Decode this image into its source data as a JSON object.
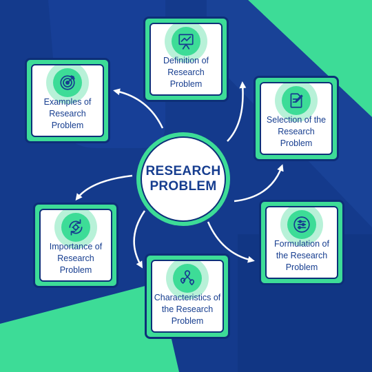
{
  "colors": {
    "background": "#143a8c",
    "accent": "#3ddc97",
    "halo": "#b8f1d8",
    "text": "#163d8f",
    "border": "#0d2f78"
  },
  "center": {
    "line1": "RESEARCH",
    "line2": "PROBLEM"
  },
  "cards": {
    "definition": {
      "label": "Definition of Research Problem",
      "icon": "presentation-chart-icon"
    },
    "selection": {
      "label": "Selection of the Research Problem",
      "icon": "document-edit-icon"
    },
    "formulation": {
      "label": "Formulation of the Research Problem",
      "icon": "sliders-icon"
    },
    "characteristics": {
      "label": "Characteristics of the Research Problem",
      "icon": "map-route-icon"
    },
    "importance": {
      "label": "Importance of Research Problem",
      "icon": "gear-refresh-icon"
    },
    "examples": {
      "label": "Examples of Research Problem",
      "icon": "target-icon"
    }
  }
}
